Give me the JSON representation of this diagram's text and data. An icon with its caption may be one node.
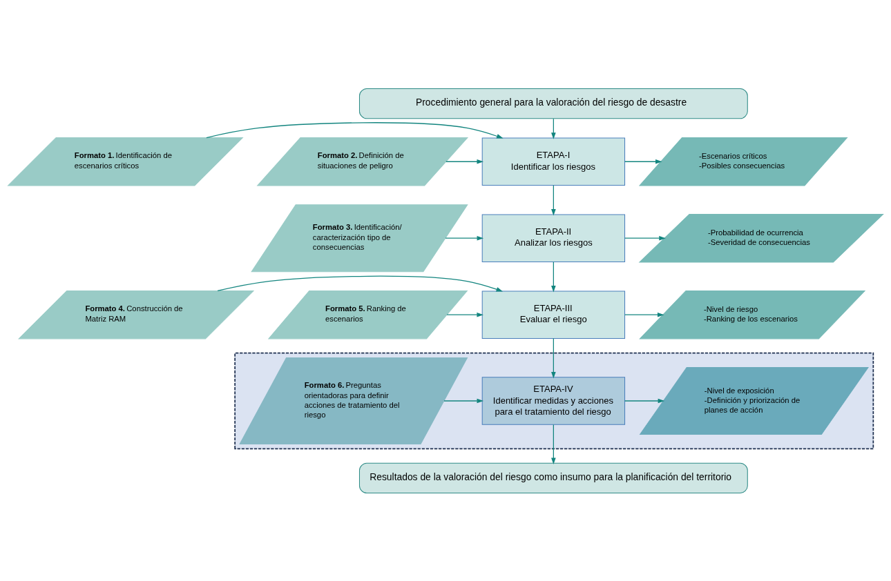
{
  "diagram": {
    "nodes": [
      {
        "text": [
          "Procedimiento general para la valoración del riesgo de desastre"
        ]
      },
      {
        "text": [
          "**Formato 1.** Identificación de escenarios críticos"
        ]
      },
      {
        "text": [
          "**Formato 2.** Definición de situaciones de peligro"
        ]
      },
      {
        "text": [
          "ETAPA-I",
          "Identificar los riesgos"
        ]
      },
      {
        "text": [
          "-Escenarios críticos",
          "-Posibles consecuencias"
        ]
      },
      {
        "text": [
          "**Formato 3.** Identificación/ caracterización tipo de consecuencias"
        ]
      },
      {
        "text": [
          "ETAPA-II",
          "Analizar los riesgos"
        ]
      },
      {
        "text": [
          "-Probabilidad de ocurrencia",
          "-Severidad de consecuencias"
        ]
      },
      {
        "text": [
          "**Formato 4.** Construcción de Matriz RAM"
        ]
      },
      {
        "text": [
          "**Formato 5.** Ranking de escenarios"
        ]
      },
      {
        "text": [
          "ETAPA-III",
          "Evaluar el riesgo"
        ]
      },
      {
        "text": [
          "-Nivel de riesgo",
          "-Ranking de los escenarios"
        ]
      },
      {
        "text": [],
        "shape": "box"
      },
      {
        "text": [
          "**Formato 6.** Preguntas orientadoras para definir acciones de tratamiento del riesgo"
        ],
        "in": 12
      },
      {
        "text": [
          "ETAPA-IV",
          "Identificar medidas y acciones para el tratamiento del riesgo"
        ],
        "in": 12
      },
      {
        "text": [
          "-Nivel de exposición",
          "-Definición y priorización de planes de acción"
        ],
        "in": 12
      },
      {
        "text": [
          "Resultados de la valoración del riesgo como insumo para la planificación del territorio"
        ]
      }
    ],
    "edges": [
      {
        "from": 0,
        "to": 3,
        "arrow": "to"
      },
      {
        "from": 1,
        "to": 3,
        "arrow": "to"
      },
      {
        "from": 2,
        "to": 3,
        "arrow": "to"
      },
      {
        "from": 3,
        "to": 4,
        "arrow": "to"
      },
      {
        "from": 3,
        "to": 6,
        "arrow": "to"
      },
      {
        "from": 5,
        "to": 6,
        "arrow": "to"
      },
      {
        "from": 6,
        "to": 7,
        "arrow": "to"
      },
      {
        "from": 6,
        "to": 10,
        "arrow": "to"
      },
      {
        "from": 8,
        "to": 10,
        "arrow": "to"
      },
      {
        "from": 9,
        "to": 10,
        "arrow": "to"
      },
      {
        "from": 10,
        "to": 11,
        "arrow": "to"
      },
      {
        "from": 10,
        "to": 14,
        "arrow": "to"
      },
      {
        "from": 13,
        "to": 14,
        "arrow": "to"
      },
      {
        "from": 14,
        "to": 15,
        "arrow": "to"
      },
      {
        "from": 14,
        "to": 16,
        "arrow": "to"
      }
    ]
  }
}
